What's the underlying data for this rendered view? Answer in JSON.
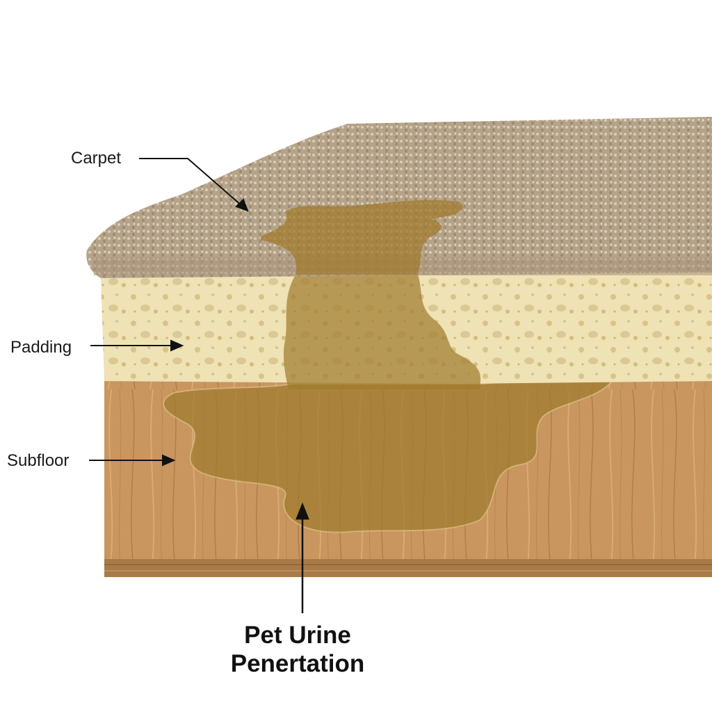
{
  "labels": {
    "carpet": "Carpet",
    "padding": "Padding",
    "subfloor": "Subfloor",
    "title_line1": "Pet Urine",
    "title_line2": "Penertation"
  },
  "colors": {
    "carpet": "#b9a78e",
    "padding": "#efe2b4",
    "subfloor": "#c99660",
    "urine": "#a07a2e",
    "arrow": "#111111"
  }
}
